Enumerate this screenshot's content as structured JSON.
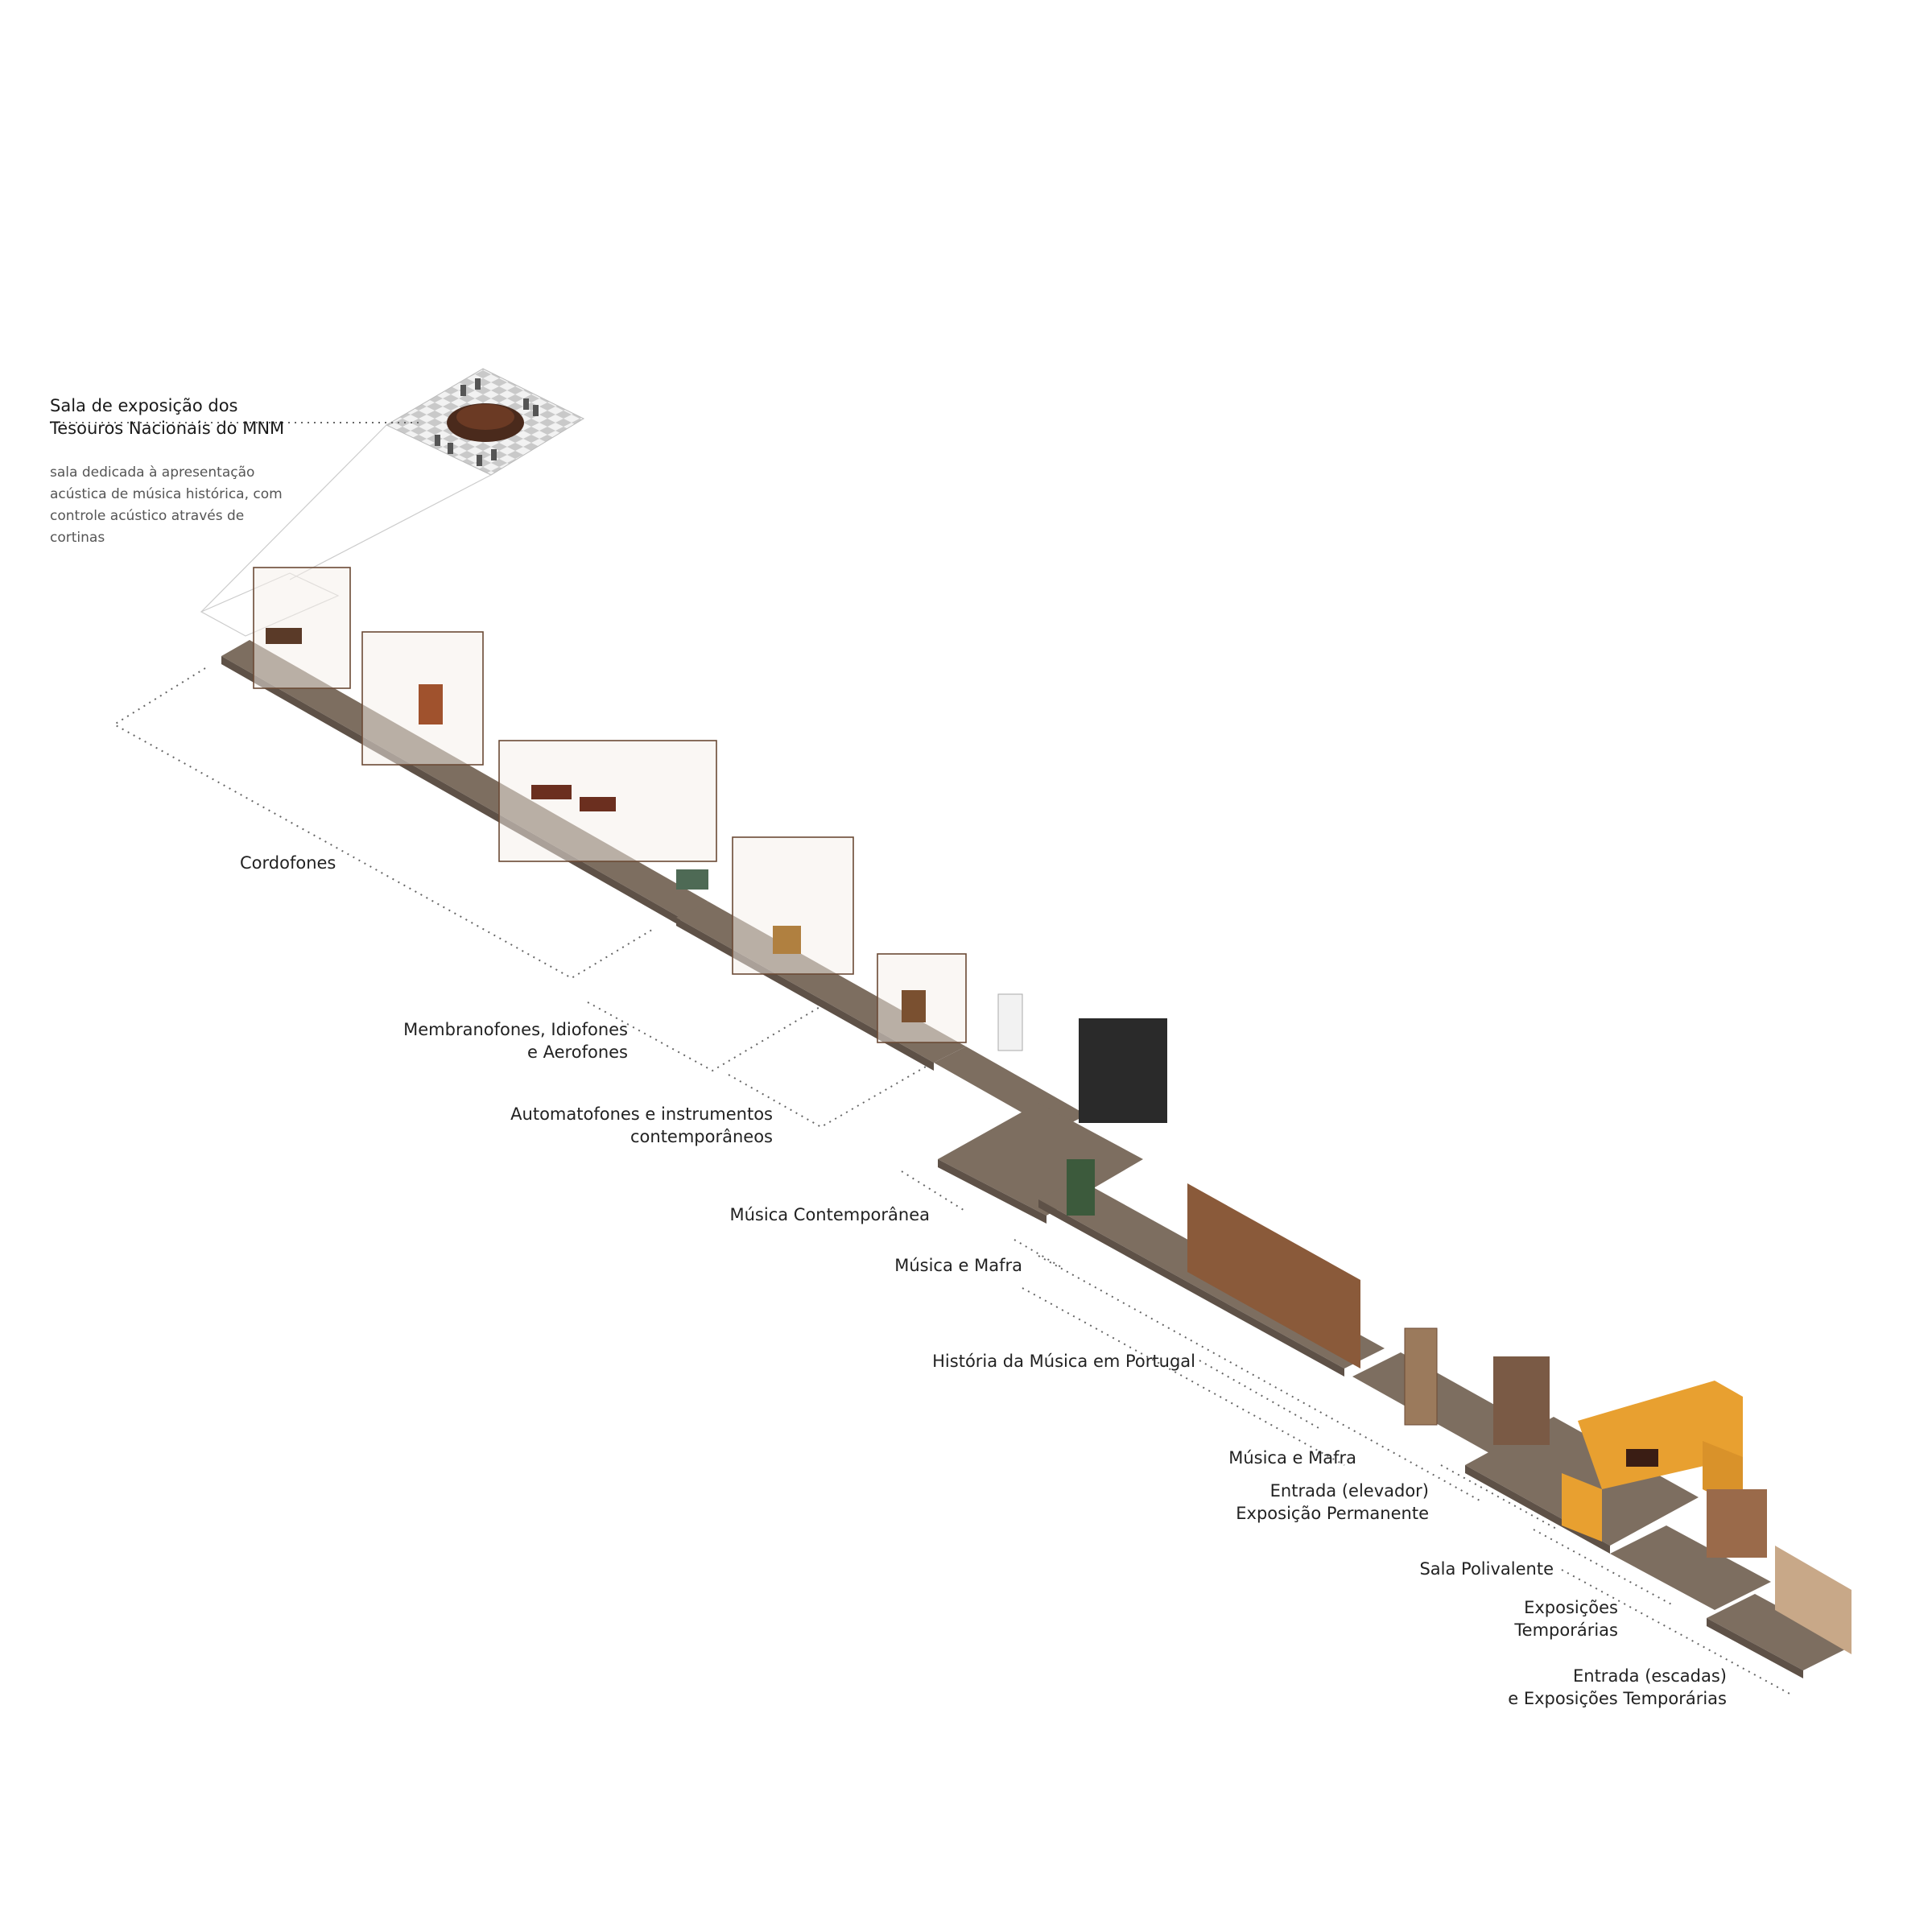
{
  "top_room": {
    "title": "Sala de exposição dos\nTesouros Nacionais do MNM",
    "description": "sala dedicada à apresentação\nacústica de música histórica, com\ncontrole acústico através de\ncortinas"
  },
  "zones": [
    {
      "id": "cordofones",
      "label": "Cordofones"
    },
    {
      "id": "membranofones",
      "label": "Membranofones, Idiofones\ne Aerofones"
    },
    {
      "id": "automatofones",
      "label": "Automatofones e instrumentos\ncontemporâneos"
    },
    {
      "id": "musica-contemporanea",
      "label": "Música Contemporânea"
    },
    {
      "id": "musica-mafra-1",
      "label": "Música e Mafra"
    },
    {
      "id": "historia",
      "label": "História da Música em Portugal"
    },
    {
      "id": "musica-mafra-2",
      "label": "Música e Mafra"
    },
    {
      "id": "entrada-elevador",
      "label": "Entrada (elevador)\nExposição Permanente"
    },
    {
      "id": "sala-polivalente",
      "label": "Sala Polivalente"
    },
    {
      "id": "exposicoes-temporarias",
      "label": "Exposições\nTemporárias"
    },
    {
      "id": "entrada-escadas",
      "label": "Entrada (escadas)\ne Exposições Temporárias"
    }
  ],
  "colors": {
    "floor": "#7d6e60",
    "floor_dark": "#5e5147",
    "frame": "#6b4a35",
    "curtain": "#e8a030",
    "dotted": "#666666",
    "panel_dark": "#2a2a2a",
    "mural": "#8a5a3a"
  }
}
